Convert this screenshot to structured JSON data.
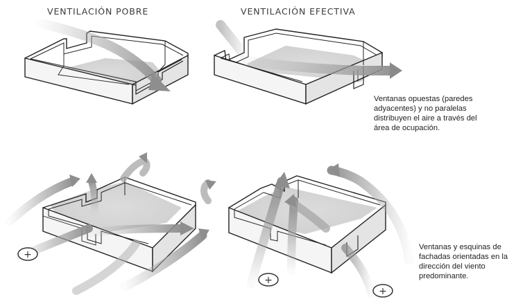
{
  "headings": {
    "poor": "VENTILACIÓN POBRE",
    "effective": "VENTILACIÓN EFECTIVA"
  },
  "notes": {
    "opposite_windows": [
      "Ventanas opuestas (paredes",
      "adyacentes) y no paralelas",
      "distribuyen el aire a través del",
      "área de ocupación."
    ],
    "oriented_facades": [
      "Ventanas y esquinas de",
      "fachadas orientadas en la",
      "dirección del viento",
      "predominante."
    ]
  },
  "markers": {
    "positive_pressure_symbol": "+"
  },
  "colors": {
    "ink": "#222222",
    "floor": "#d8d8d8",
    "wall_front": "#f4f4f4",
    "wall_side": "#e6e6e6",
    "airflow": "#9a9a9a"
  }
}
